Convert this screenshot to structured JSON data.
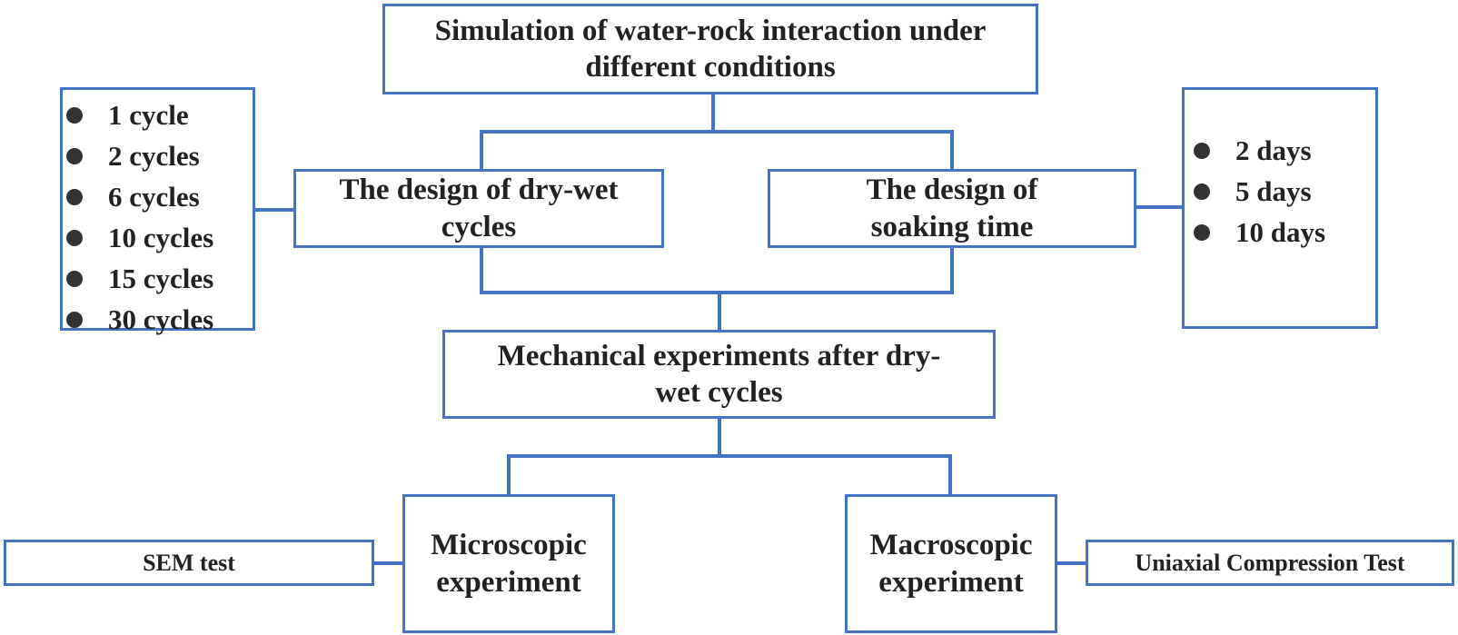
{
  "top": {
    "text": "Simulation of water-rock interaction under different conditions"
  },
  "left_design": {
    "text": "The design of dry-wet cycles"
  },
  "right_design": {
    "text": "The design of soaking time"
  },
  "cycles": [
    "1 cycle",
    "2 cycles",
    "6 cycles",
    "10 cycles",
    "15 cycles",
    "30 cycles"
  ],
  "soaking": [
    "2 days",
    "5 days",
    "10 days"
  ],
  "mechanical": {
    "text": "Mechanical experiments after dry-wet cycles"
  },
  "micro": {
    "text": "Microscopic experiment"
  },
  "macro": {
    "text": "Macroscopic experiment"
  },
  "sem": {
    "text": "SEM test"
  },
  "ucs": {
    "text": "Uniaxial Compression Test"
  },
  "colors": {
    "border": "#4472C4",
    "bullet": "#333333",
    "text": "#222222"
  }
}
